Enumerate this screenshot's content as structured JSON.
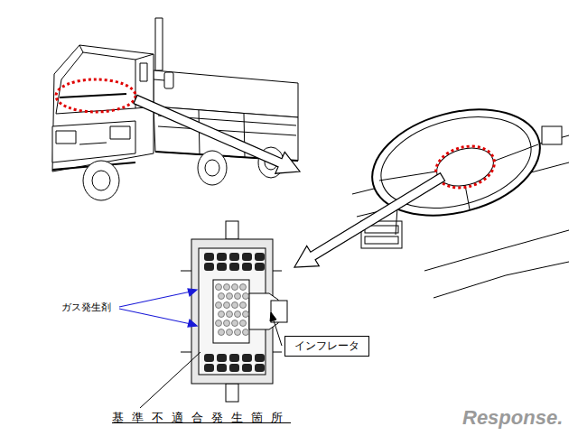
{
  "diagram": {
    "nodes": [
      {
        "text": [
          "インフレータ"
        ]
      }
    ],
    "labels": [
      "ガス発生剤",
      "基準不適合発生箇所",
      "Response."
    ]
  }
}
